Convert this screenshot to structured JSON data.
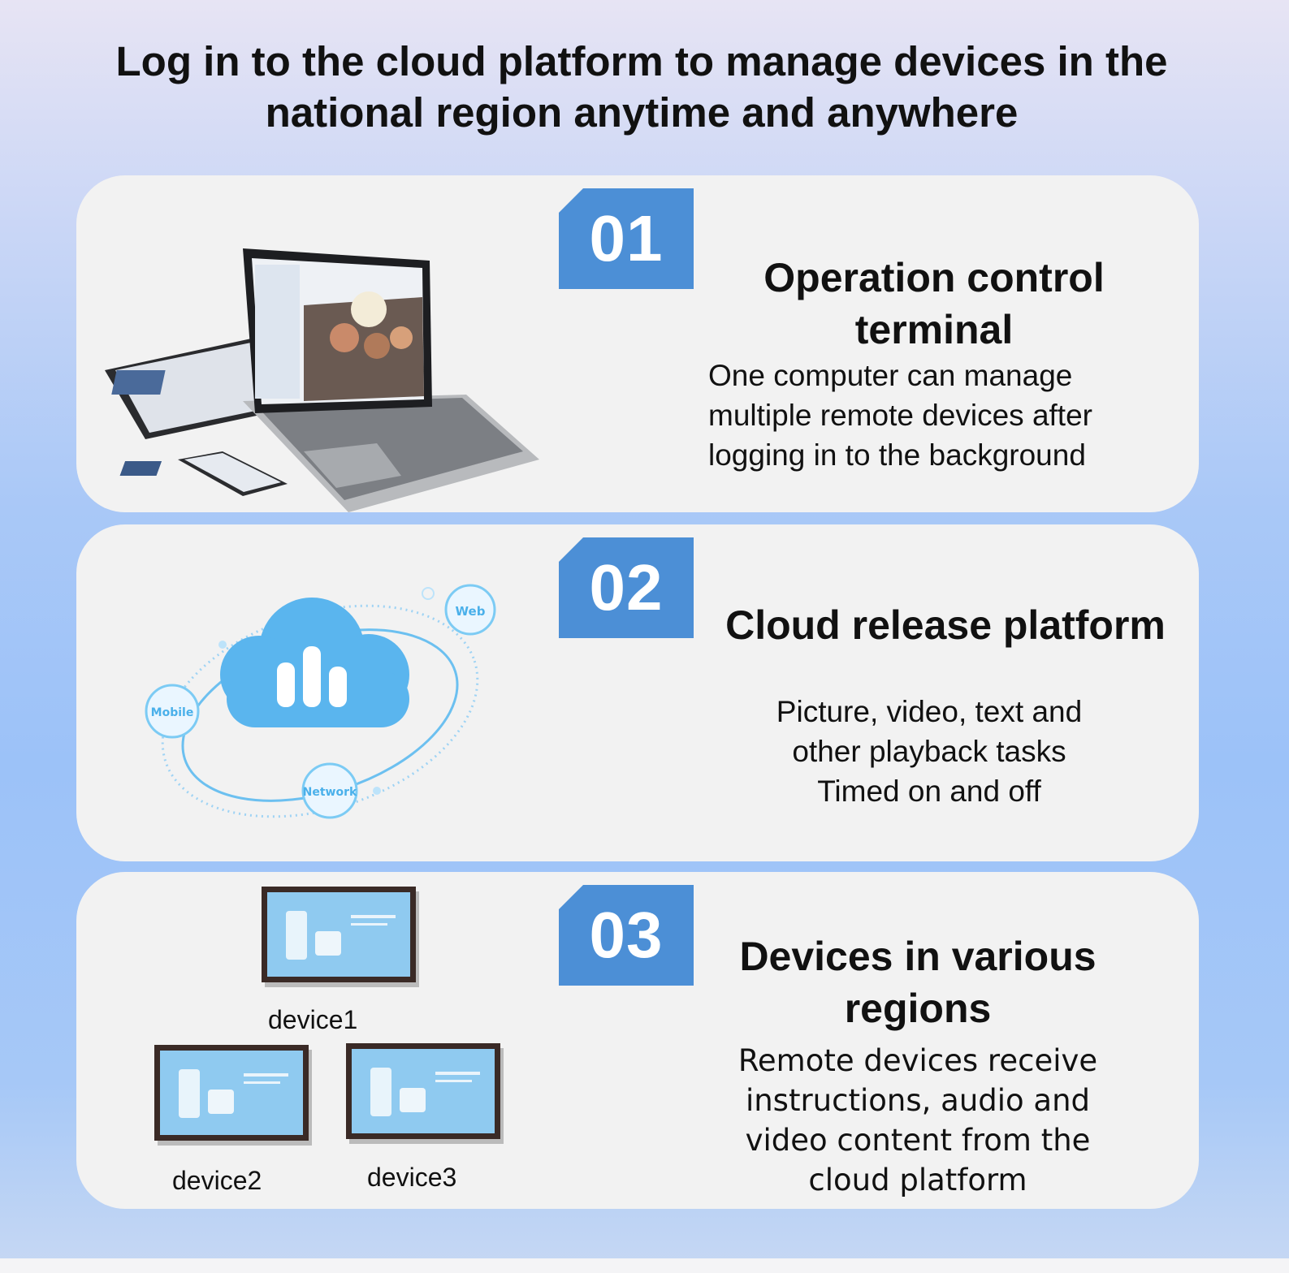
{
  "title": "Log in to the cloud platform to manage devices in the\nnational region anytime and anywhere",
  "cards": [
    {
      "number": "01",
      "heading": "Operation control\nterminal",
      "description": "One computer can manage\nmultiple remote devices after\nlogging in to the background",
      "illustration": "laptop-tablet-phone"
    },
    {
      "number": "02",
      "heading": "Cloud release platform",
      "description": "Picture, video, text and\nother playback tasks\nTimed on and off",
      "illustration": "cloud-network",
      "bubbles": [
        "Web",
        "Mobile",
        "Network"
      ]
    },
    {
      "number": "03",
      "heading": "Devices in various\nregions",
      "description": "Remote devices receive\ninstructions, audio and\nvideo content from the\ncloud platform",
      "illustration": "display-devices",
      "devices": [
        "device1",
        "device2",
        "device3"
      ]
    }
  ],
  "colors": {
    "badge": "#4c8fd6",
    "card": "#f2f2f2",
    "cloud": "#58b6ee"
  }
}
